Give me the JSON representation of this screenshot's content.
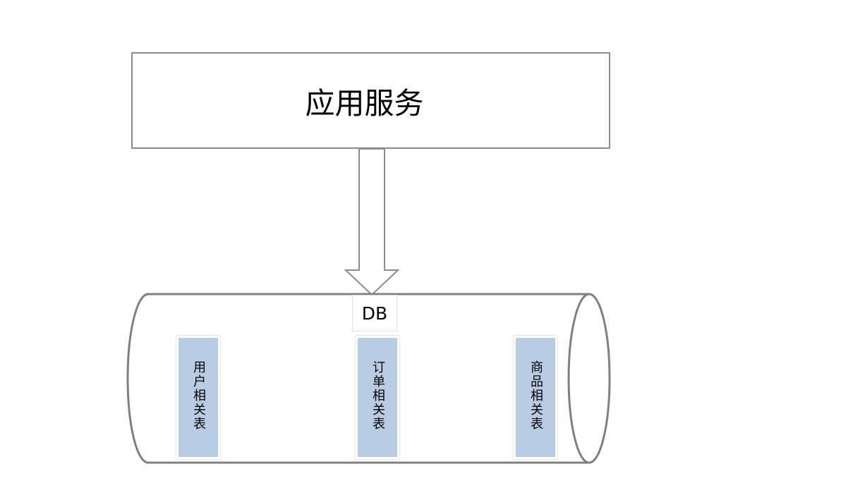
{
  "app_service": {
    "title": "应用服务"
  },
  "database": {
    "label": "DB",
    "tables": [
      {
        "label": "用户相关表"
      },
      {
        "label": "订单相关表"
      },
      {
        "label": "商品相关表"
      }
    ]
  },
  "colors": {
    "outline": "#7f7f7f",
    "table_fill": "#b9cce4"
  }
}
